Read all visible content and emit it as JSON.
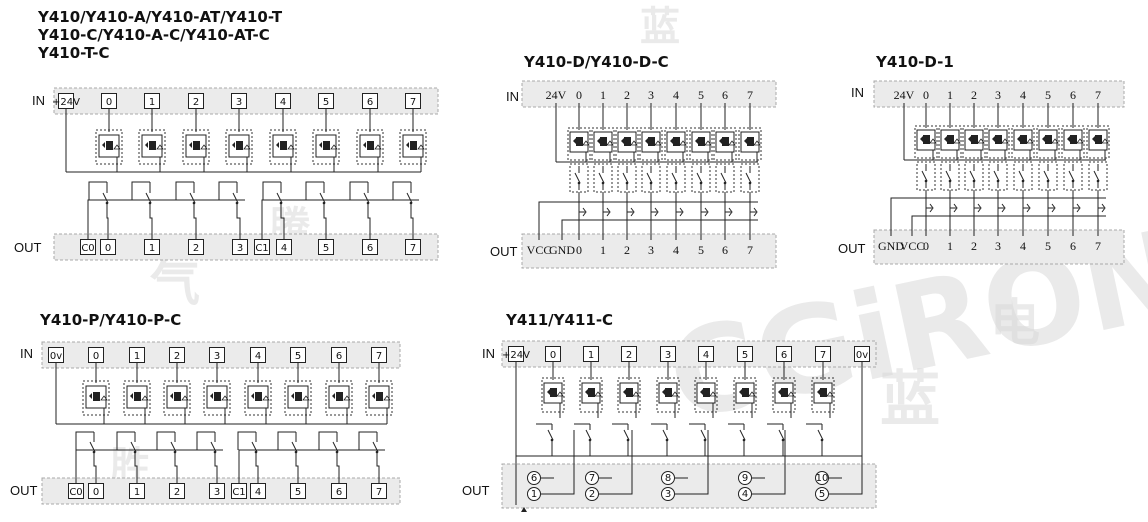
{
  "watermark": {
    "brand": "CGiRON",
    "chars": [
      "蓝",
      "气",
      "电",
      "蓝",
      "腾",
      "胜"
    ]
  },
  "io_labels": {
    "in": "IN",
    "out": "OUT"
  },
  "diagrams": [
    {
      "id": "y410",
      "title_lines": [
        "Y410/Y410-A/Y410-AT/Y410-T",
        "Y410-C/Y410-A-C/Y410-AT-C",
        "Y410-T-C"
      ],
      "style": "boxed",
      "in_terminals": [
        "+24V",
        "0",
        "1",
        "2",
        "3",
        "4",
        "5",
        "6",
        "7"
      ],
      "out_terminals": [
        "C0",
        "0",
        "1",
        "2",
        "3",
        "C1",
        "4",
        "5",
        "6",
        "7"
      ]
    },
    {
      "id": "y410d",
      "title_lines": [
        "Y410-D/Y410-D-C"
      ],
      "style": "text",
      "in_terminals": [
        "24V",
        "0",
        "1",
        "2",
        "3",
        "4",
        "5",
        "6",
        "7"
      ],
      "out_terminals": [
        "VCC",
        "GND",
        "0",
        "1",
        "2",
        "3",
        "4",
        "5",
        "6",
        "7"
      ]
    },
    {
      "id": "y410d1",
      "title_lines": [
        "Y410-D-1"
      ],
      "style": "text",
      "in_terminals": [
        "24V",
        "0",
        "1",
        "2",
        "3",
        "4",
        "5",
        "6",
        "7"
      ],
      "out_terminals": [
        "GND",
        "VCC",
        "0",
        "1",
        "2",
        "3",
        "4",
        "5",
        "6",
        "7"
      ]
    },
    {
      "id": "y410p",
      "title_lines": [
        "Y410-P/Y410-P-C"
      ],
      "style": "boxed",
      "in_terminals": [
        "0v",
        "0",
        "1",
        "2",
        "3",
        "4",
        "5",
        "6",
        "7"
      ],
      "out_terminals": [
        "C0",
        "0",
        "1",
        "2",
        "3",
        "C1",
        "4",
        "5",
        "6",
        "7"
      ]
    },
    {
      "id": "y411",
      "title_lines": [
        "Y411/Y411-C"
      ],
      "style": "boxed",
      "in_terminals": [
        "+24V",
        "0",
        "1",
        "2",
        "3",
        "4",
        "5",
        "6",
        "7",
        "0v"
      ],
      "out_terminals_top": [
        "6",
        "7",
        "8",
        "9",
        "10"
      ],
      "out_terminals_bottom": [
        "1",
        "2",
        "3",
        "4",
        "5"
      ]
    }
  ]
}
